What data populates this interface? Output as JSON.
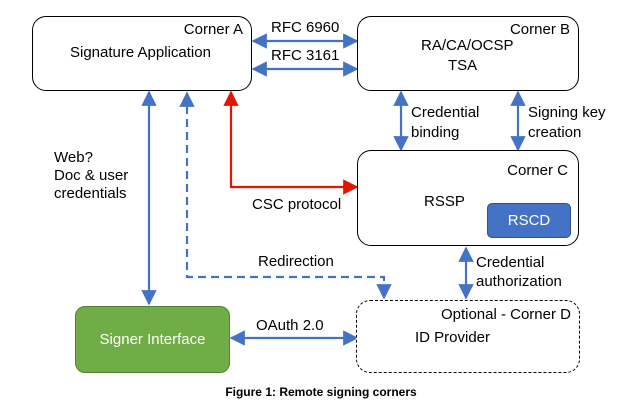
{
  "corners": {
    "a": {
      "corner_label": "Corner A",
      "title": "Signature Application"
    },
    "b": {
      "corner_label": "Corner B",
      "line1": "RA/CA/OCSP",
      "line2": "TSA"
    },
    "c": {
      "corner_label": "Corner C",
      "title": "RSSP",
      "inner": "RSCD"
    },
    "d": {
      "corner_label": "Optional - Corner D",
      "title": "ID Provider"
    }
  },
  "signer_interface": {
    "label": "Signer Interface"
  },
  "connections": {
    "rfc6960": "RFC 6960",
    "rfc3161": "RFC 3161",
    "credential_binding": [
      "Credential",
      "binding"
    ],
    "signing_key_creation": [
      "Signing key",
      "creation"
    ],
    "web": [
      "Web?",
      "Doc & user",
      "credentials"
    ],
    "csc_protocol": "CSC protocol",
    "redirection": "Redirection",
    "credential_authorization": [
      "Credential",
      "authorization"
    ],
    "oauth": "OAuth 2.0"
  },
  "colors": {
    "arrow_blue": "#4472c4",
    "arrow_red": "#e51400",
    "signer_green": "#70ad47",
    "rscd_blue": "#4472c4"
  },
  "caption": "Figure 1: Remote signing corners"
}
